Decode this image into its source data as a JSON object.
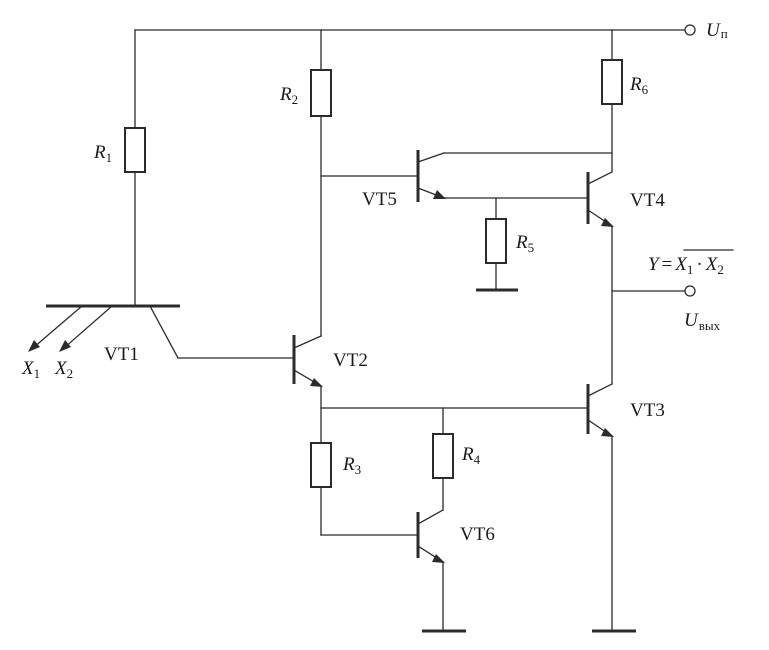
{
  "labels": {
    "supply_main": "U",
    "supply_sub": "п",
    "output_main": "U",
    "output_sub": "вых",
    "func_y": "Y",
    "func_eq": "=",
    "func_x1": "X",
    "func_x1_sub": "1",
    "func_dot": "·",
    "func_x2": "X",
    "func_x2_sub": "2",
    "in1_main": "X",
    "in1_sub": "1",
    "in2_main": "X",
    "in2_sub": "2"
  },
  "resistors": {
    "r1": {
      "main": "R",
      "sub": "1"
    },
    "r2": {
      "main": "R",
      "sub": "2"
    },
    "r3": {
      "main": "R",
      "sub": "3"
    },
    "r4": {
      "main": "R",
      "sub": "4"
    },
    "r5": {
      "main": "R",
      "sub": "5"
    },
    "r6": {
      "main": "R",
      "sub": "6"
    }
  },
  "transistors": {
    "vt1": "VT1",
    "vt2": "VT2",
    "vt3": "VT3",
    "vt4": "VT4",
    "vt5": "VT5",
    "vt6": "VT6"
  }
}
